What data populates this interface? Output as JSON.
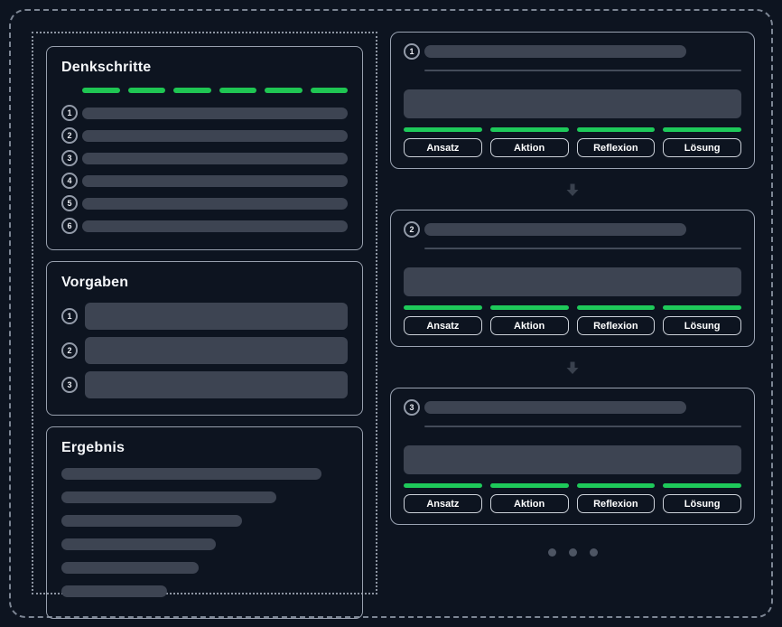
{
  "colors": {
    "bg": "#0d1420",
    "text": "#f5f7fa",
    "green": "#1fc653",
    "green-bright": "#1ec95a",
    "skeleton": "#3d4452",
    "border-dashed": "#7d8694",
    "border-dotted": "#8d95a2",
    "border-solid": "#98a0ae",
    "border-card": "#9aa3b2",
    "circle-border": "#939ba9",
    "btn-border": "#ccd1d9",
    "divider": "#434b59",
    "arrow": "#39414e",
    "dot": "#4d5563"
  },
  "left_column": {
    "denkschritte": {
      "title": "Denkschritte",
      "progress_dash_count": 6,
      "steps": [
        "1",
        "2",
        "3",
        "4",
        "5",
        "6"
      ]
    },
    "vorgaben": {
      "title": "Vorgaben",
      "items": [
        "1",
        "2",
        "3"
      ]
    },
    "ergebnis": {
      "title": "Ergebnis",
      "line_widths_pct": [
        91,
        75,
        63,
        54,
        48,
        37
      ]
    }
  },
  "cards": [
    {
      "number": "1",
      "buttons": [
        "Ansatz",
        "Aktion",
        "Reflexion",
        "Lösung"
      ]
    },
    {
      "number": "2",
      "buttons": [
        "Ansatz",
        "Aktion",
        "Reflexion",
        "Lösung"
      ]
    },
    {
      "number": "3",
      "buttons": [
        "Ansatz",
        "Aktion",
        "Reflexion",
        "Lösung"
      ]
    }
  ],
  "pagination": {
    "dot_count": 3
  }
}
